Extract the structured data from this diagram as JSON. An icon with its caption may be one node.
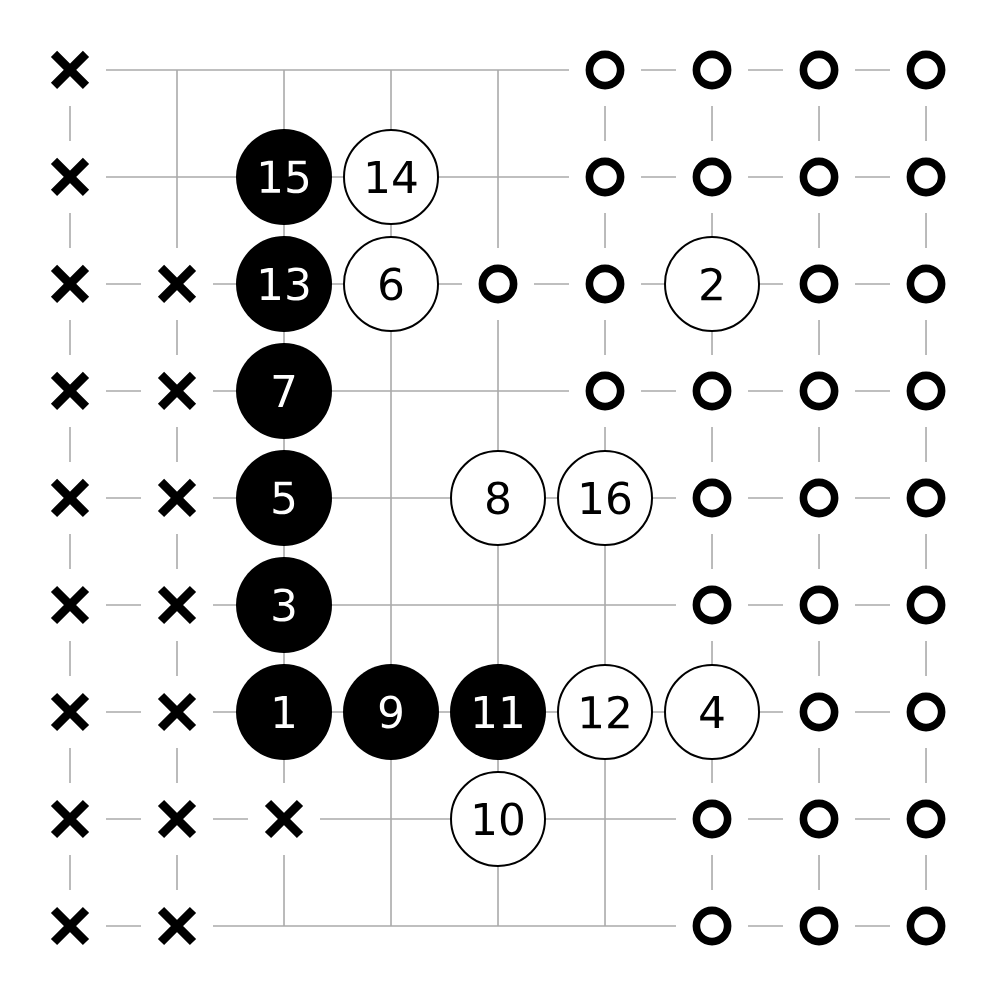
{
  "diagram": {
    "nodes": [
      {
        "text": [
          "15"
        ]
      },
      {
        "text": [
          "14"
        ]
      },
      {
        "text": [
          "13"
        ]
      },
      {
        "text": [
          "6"
        ]
      },
      {
        "text": [
          "2"
        ]
      },
      {
        "text": [
          "7"
        ]
      },
      {
        "text": [
          "5"
        ]
      },
      {
        "text": [
          "8"
        ]
      },
      {
        "text": [
          "16"
        ]
      },
      {
        "text": [
          "3"
        ]
      },
      {
        "text": [
          "1"
        ]
      },
      {
        "text": [
          "9"
        ]
      },
      {
        "text": [
          "11"
        ]
      },
      {
        "text": [
          "12"
        ]
      },
      {
        "text": [
          "4"
        ]
      },
      {
        "text": [
          "10"
        ]
      }
    ]
  }
}
